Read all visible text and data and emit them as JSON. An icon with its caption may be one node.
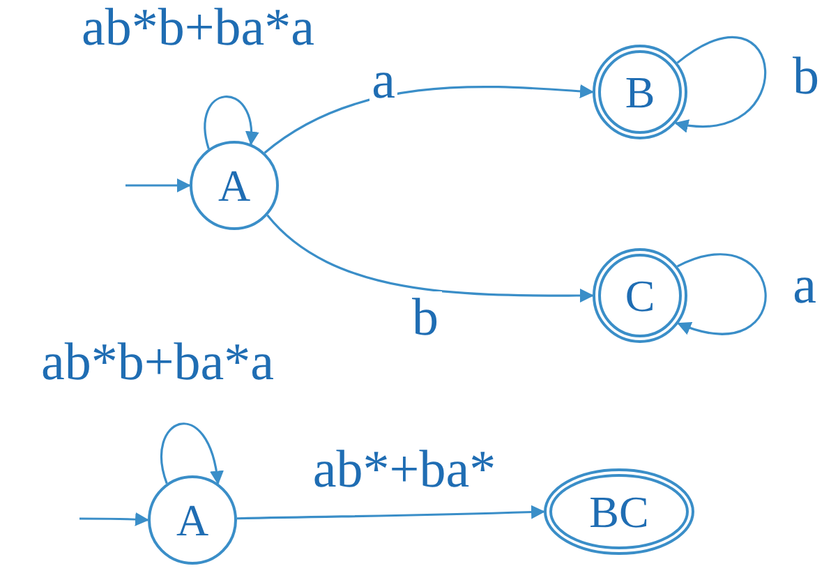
{
  "diagram": {
    "nodes": [
      {
        "text": [
          "A"
        ]
      },
      {
        "text": [
          "B"
        ]
      },
      {
        "text": [
          "C"
        ]
      },
      {
        "text": [
          "A"
        ]
      },
      {
        "text": [
          "BC"
        ]
      }
    ],
    "edges": [
      {
        "from": null,
        "to": 0,
        "arrow": "to"
      },
      {
        "from": 0,
        "to": 0,
        "label": "ab*b+ba*a",
        "arrow": "to"
      },
      {
        "from": 0,
        "to": 1,
        "label": "a",
        "arrow": "to"
      },
      {
        "from": 1,
        "to": 1,
        "label": "b",
        "arrow": "to"
      },
      {
        "from": 0,
        "to": 2,
        "label": "b",
        "arrow": "to"
      },
      {
        "from": 2,
        "to": 2,
        "label": "a",
        "arrow": "to"
      },
      {
        "from": null,
        "to": 3,
        "arrow": "to"
      },
      {
        "from": 3,
        "to": 3,
        "label": "ab*b+ba*a",
        "arrow": "to"
      },
      {
        "from": 3,
        "to": 4,
        "label": "ab*+ba*",
        "arrow": "to"
      }
    ]
  }
}
